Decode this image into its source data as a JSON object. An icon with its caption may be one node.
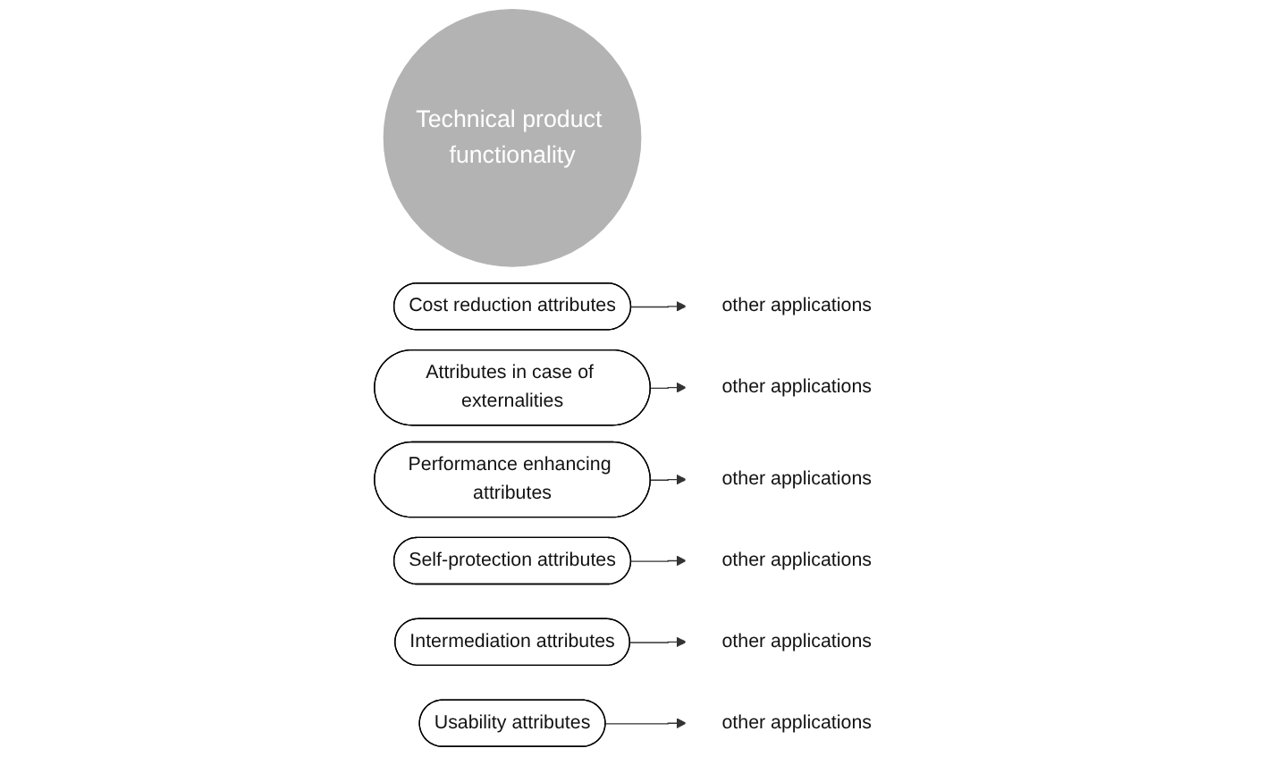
{
  "diagram": {
    "nodes": [
      {
        "text": [
          "Technical product functionality"
        ]
      },
      {
        "text": [
          "Cost reduction attributes"
        ]
      },
      {
        "text": [
          "other applications"
        ]
      },
      {
        "text": [
          "Attributes in case of externalities"
        ]
      },
      {
        "text": [
          "other applications"
        ]
      },
      {
        "text": [
          "Performance enhancing attributes"
        ]
      },
      {
        "text": [
          "other applications"
        ]
      },
      {
        "text": [
          "Self-protection attributes"
        ]
      },
      {
        "text": [
          "other applications"
        ]
      },
      {
        "text": [
          "Intermediation attributes"
        ]
      },
      {
        "text": [
          "other applications"
        ]
      },
      {
        "text": [
          "Usability attributes"
        ]
      },
      {
        "text": [
          "other applications"
        ]
      }
    ],
    "edges": [
      {
        "from": 1,
        "to": 2,
        "arrow": "to"
      },
      {
        "from": 3,
        "to": 4,
        "arrow": "to"
      },
      {
        "from": 5,
        "to": 6,
        "arrow": "to"
      },
      {
        "from": 7,
        "to": 8,
        "arrow": "to"
      },
      {
        "from": 9,
        "to": 10,
        "arrow": "to"
      },
      {
        "from": 11,
        "to": 12,
        "arrow": "to"
      }
    ]
  }
}
